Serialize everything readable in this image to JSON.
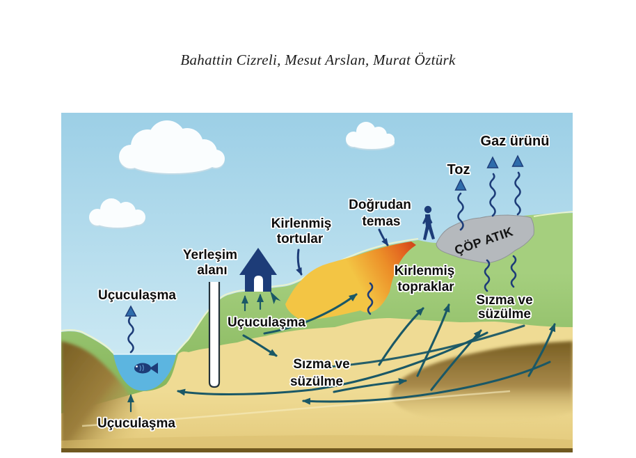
{
  "attribution": {
    "text": "Bahattin Cizreli, Mesut Arslan, Murat Öztürk"
  },
  "diagram": {
    "labels": {
      "gaz_urunu": "Gaz ürünü",
      "toz": "Toz",
      "cop_atik": "ÇÖP ATIK",
      "dogrudan_1": "Doğrudan",
      "dogrudan_2": "temas",
      "tortular_1": "Kirlenmiş",
      "tortular_2": "tortular",
      "yerlesim_1": "Yerleşim",
      "yerlesim_2": "alanı",
      "topraklar_1": "Kirlenmiş",
      "topraklar_2": "topraklar",
      "sizma_right_1": "Sızma ve",
      "sizma_right_2": "süzülme",
      "sizma_center_1": "Sızma ve",
      "sizma_center_2": "süzülme",
      "ucuculasma_left": "Uçuculaşma",
      "ucuculasma_center": "Uçuculaşma",
      "ucuculasma_bottom": "Uçuculaşma"
    },
    "colors": {
      "sky_top": "#9ccfe6",
      "sky_bottom": "#ddf2f8",
      "grass": "#a5cf7e",
      "grass_dark": "#7fb055",
      "sand": "#efdb94",
      "sand_dark": "#e3c97b",
      "earth_brown": "#7c6226",
      "water": "#5cb5e0",
      "navy": "#1d3c78",
      "arrowhead_blue": "#2e6cab",
      "arrow_teal": "#1a5866",
      "landfill_gray": "#b5b9bd",
      "streak_yellow": "#f3c544",
      "streak_orange": "#e2621f"
    }
  }
}
